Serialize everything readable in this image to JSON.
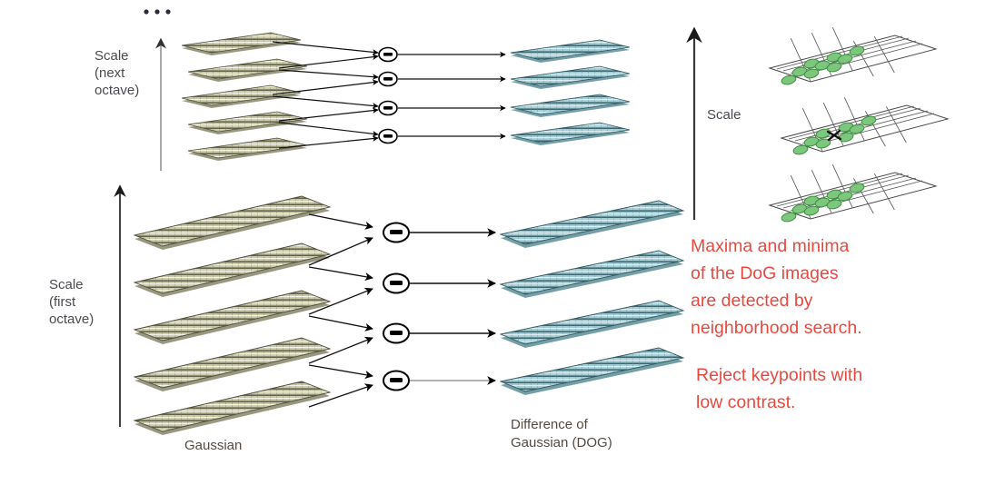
{
  "figure": {
    "title": "SIFT scale-space construction and DoG extrema detection",
    "background": "#ffffff"
  },
  "colors": {
    "gaussian_plane": "#cbcbab",
    "gaussian_plane_dark": "#6b6b55",
    "dog_plane": "#a6ced6",
    "dog_plane_dark": "#4f7a82",
    "neighborhood_plane": "#ffffff",
    "neighborhood_grid": "#555555",
    "marker_green": "#7dc67d",
    "marker_green_edge": "#3f8f3f",
    "red_text": "#e8493f",
    "label_text": "#534b42",
    "scale_text": "#4a4a52",
    "arrow_black": "#000000",
    "axis_gray": "#8a8a8a"
  },
  "left_panel": {
    "ellipsis": "• • •",
    "next_octave": {
      "scale_label_lines": [
        "Scale",
        "(next",
        "octave)"
      ],
      "gaussian_plane_count": 5,
      "dog_plane_count": 4,
      "minus_operator_count": 4,
      "minus_symbol": "−"
    },
    "first_octave": {
      "scale_label_lines": [
        "Scale",
        "(first",
        "octave)"
      ],
      "gaussian_plane_count": 5,
      "dog_plane_count": 4,
      "minus_operator_count": 4,
      "minus_symbol": "−"
    },
    "gaussian_caption": "Gaussian",
    "dog_caption_lines": [
      "Difference of",
      "Gaussian (DOG)"
    ]
  },
  "right_panel": {
    "scale_label": "Scale",
    "neighborhood_plane_count": 3,
    "markers_per_outer_plane": 9,
    "markers_middle_plane": 8,
    "center_marker": "x",
    "grid_cells": "6x5",
    "notes": [
      {
        "id": "note-maxima",
        "lines": [
          "Maxima and minima",
          "of the DoG images",
          "are detected by",
          "neighborhood search."
        ]
      },
      {
        "id": "note-reject",
        "lines": [
          "Reject keypoints with",
          "low contrast."
        ]
      }
    ]
  }
}
